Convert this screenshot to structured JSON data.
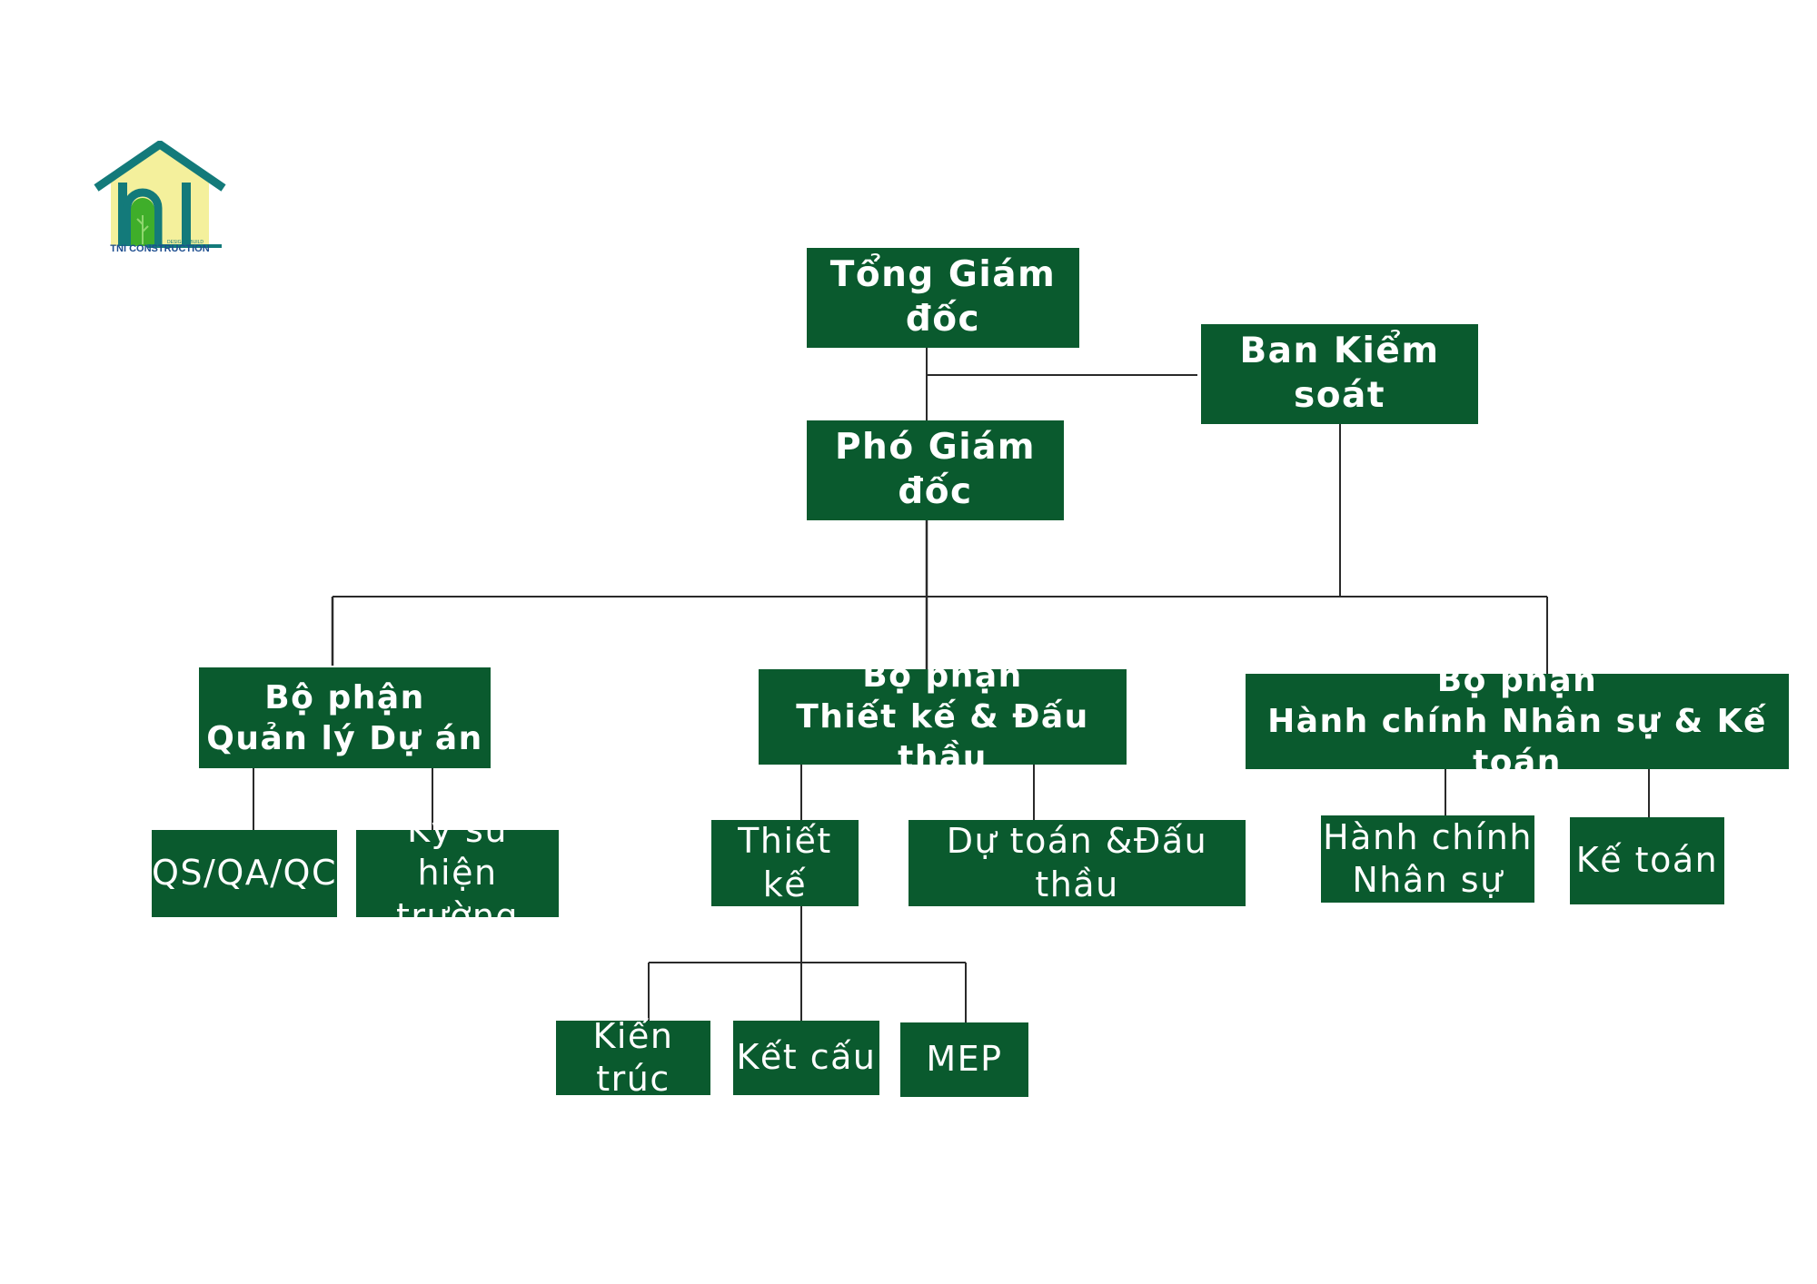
{
  "logo": {
    "company": "TNI CONSTRUCTION",
    "tagline": "DESIGN & BUILD"
  },
  "colors": {
    "node_fill": "#0a5a2e",
    "node_text": "#ffffff",
    "line": "#2a2a2a",
    "logo_teal": "#137a7a",
    "logo_yellow": "#f4f09c",
    "logo_green": "#3fae2a"
  },
  "chart": {
    "ceo": "Tổng Giám đốc",
    "supervisory": "Ban Kiểm soát",
    "deputy": "Phó Giám đốc",
    "departments": {
      "project": "Bộ phận\nQuản lý Dự án",
      "design": "Bộ phận\nThiết kế & Đấu thầu",
      "admin": "Bộ phận\nHành chính Nhân sự & Kế toán"
    },
    "teams": {
      "qs": "QS/QA/QC",
      "site_engineer": "Kỹ sư\nhiện trường",
      "design": "Thiết kế",
      "estimating": "Dự toán &Đấu thầu",
      "hr": "Hành chính\nNhân sự",
      "accounting": "Kế toán"
    },
    "design_sub": {
      "architecture": "Kiến trúc",
      "structure": "Kết cấu",
      "mep": "MEP"
    }
  }
}
